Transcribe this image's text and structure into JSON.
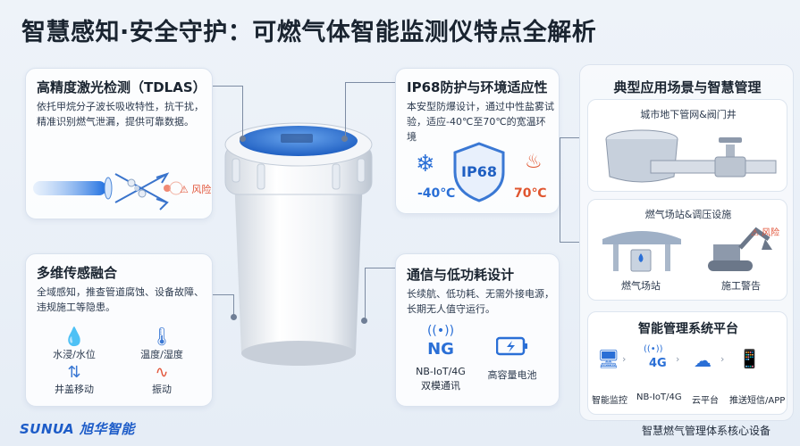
{
  "title": "智慧感知·安全守护：可燃气体智能监测仪特点全解析",
  "tdlas": {
    "title": "高精度激光检测（TDLAS）",
    "text": "依托甲烷分子波长吸收特性，抗干扰，精准识别燃气泄漏，提供可靠数据。",
    "risk_label": "风险"
  },
  "fusion": {
    "title": "多维传感融合",
    "text": "全域感知，推查管道腐蚀、设备故障、违规施工等隐患。",
    "items": [
      "水浸/水位",
      "温度/湿度",
      "井盖移动",
      "振动"
    ]
  },
  "ip68": {
    "title": "IP68防护与环境适应性",
    "text": "本安型防爆设计，通过中性盐雾试验，适应-40℃至70℃的宽温环境",
    "badge": "IP68",
    "cold": "-40℃",
    "hot": "70℃"
  },
  "comm": {
    "title": "通信与低功耗设计",
    "text": "长续航、低功耗、无需外接电源，长期无人值守运行。",
    "ng_badge": "NG",
    "nb_label_1": "NB-IoT/4G",
    "nb_label_2": "双模通讯",
    "battery_label": "高容量电池"
  },
  "scenes": {
    "title": "典型应用场景与智慧管理",
    "pipeline_title": "城市地下管网&阀门井",
    "station_title": "燃气场站&调压设施",
    "station_label": "燃气场站",
    "construction_label": "施工警告",
    "risk_label": "风险",
    "platform_title": "智能管理系统平台",
    "flow": [
      "智能监控",
      "NB-IoT/4G",
      "云平台",
      "推送短信/APP"
    ],
    "flow_4g": "4G"
  },
  "logo": "SUNUA 旭华智能",
  "footer": "智慧燃气管理体系核心设备",
  "colors": {
    "accent": "#1d5cc8",
    "risk": "#e2553a",
    "cold": "#2a6fd6",
    "hot": "#e0552f"
  }
}
